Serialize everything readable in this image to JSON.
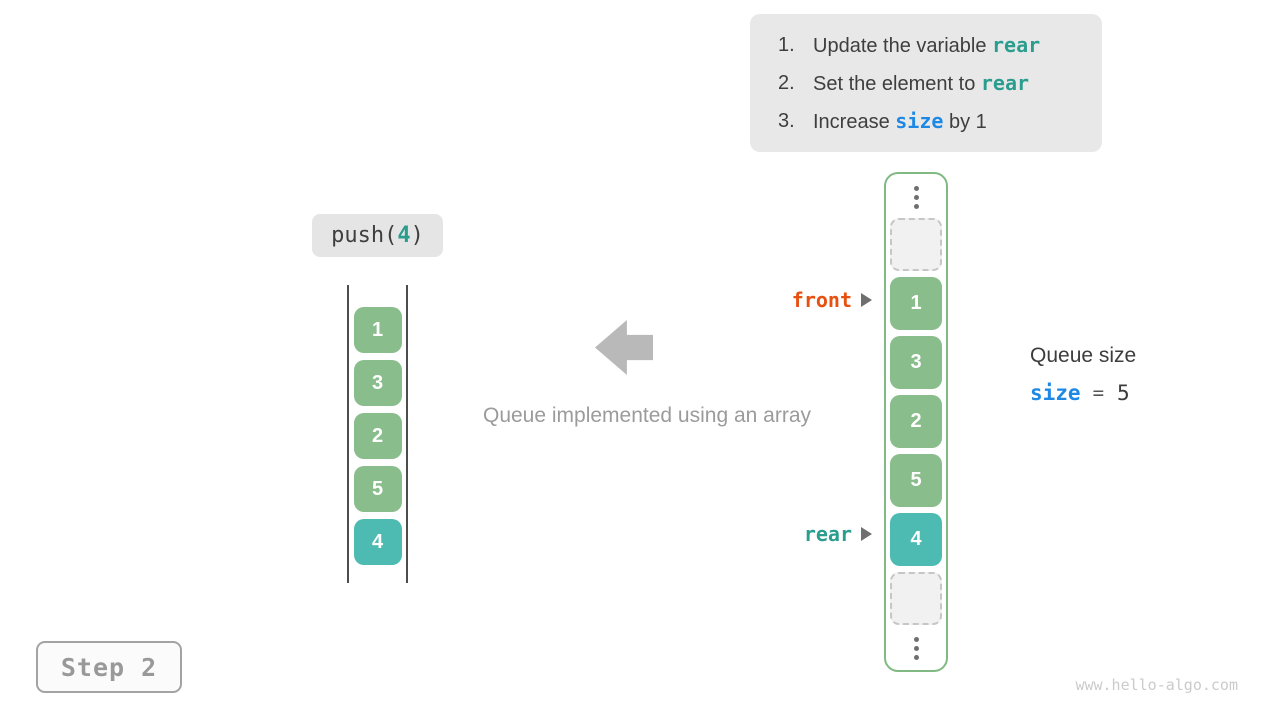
{
  "colors": {
    "element_green": "#8abd8c",
    "element_teal": "#4dbbb2",
    "code_teal": "#2a9d8f",
    "code_blue": "#1e88e5",
    "front_orange": "#e8500f",
    "panel_gray": "#e8e8e8"
  },
  "instructions": {
    "items": [
      {
        "num": "1.",
        "prefix": "Update the variable ",
        "code": "rear",
        "suffix": ""
      },
      {
        "num": "2.",
        "prefix": "Set the element to ",
        "code": "rear",
        "suffix": ""
      },
      {
        "num": "3.",
        "prefix": "Increase ",
        "code": "size",
        "suffix": " by 1"
      }
    ]
  },
  "push_call": {
    "prefix": "push(",
    "arg": "4",
    "suffix": ")"
  },
  "abstract_queue": {
    "values": [
      "1",
      "3",
      "2",
      "5",
      "4"
    ]
  },
  "array_queue": {
    "values": [
      "1",
      "3",
      "2",
      "5",
      "4"
    ]
  },
  "pointers": {
    "front_label": "front",
    "rear_label": "rear"
  },
  "queue_size": {
    "title": "Queue size",
    "variable": "size",
    "equals": "=",
    "value": "5"
  },
  "caption": "Queue implemented using an array",
  "step_badge": {
    "label": "Step 2"
  },
  "watermark": "www.hello-algo.com"
}
